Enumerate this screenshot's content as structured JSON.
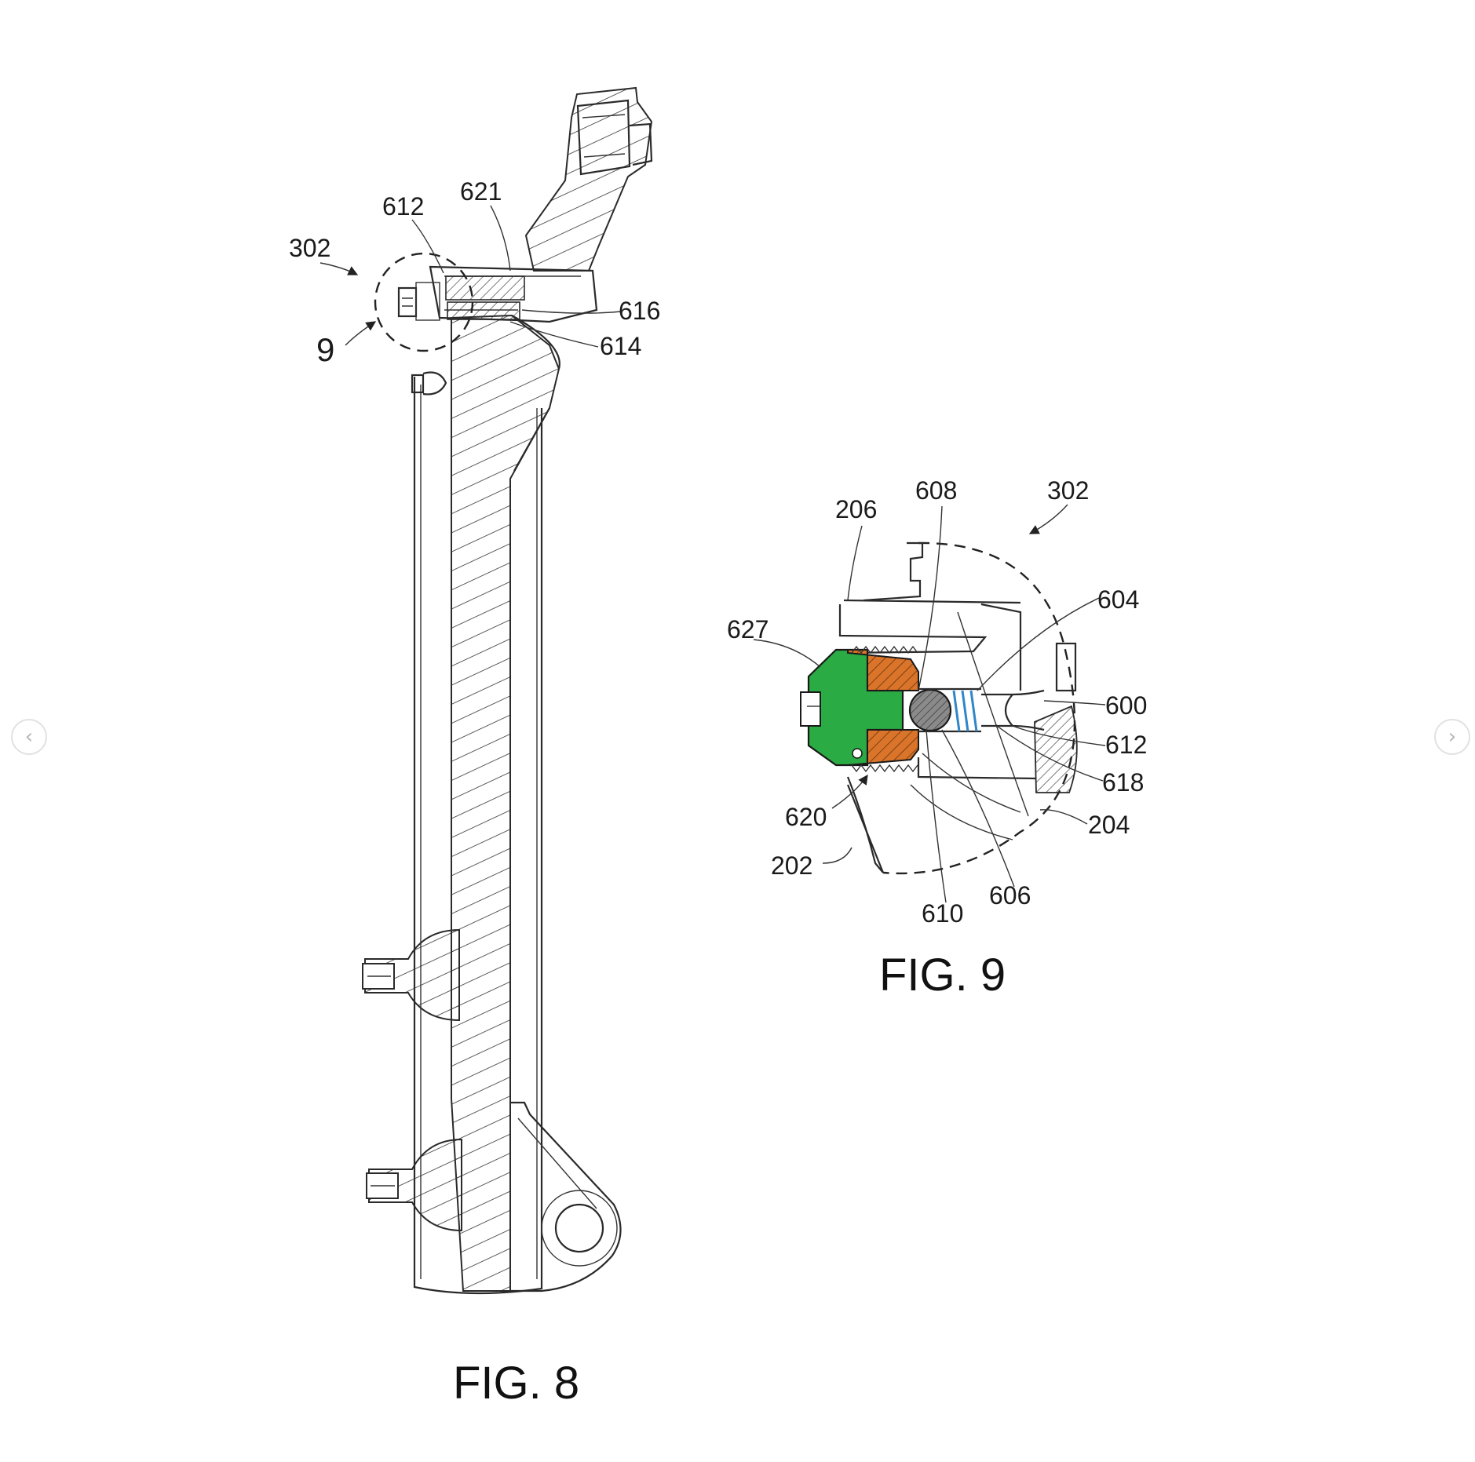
{
  "colors": {
    "background": "#ffffff",
    "line": "#2a2a2a",
    "cap_green": "#2bab44",
    "thread_orange": "#d9742a",
    "spring_blue": "#2f86c9",
    "nav_icon": "#b5b5b5"
  },
  "icons": {
    "prev": "chevron-left-icon",
    "next": "chevron-right-icon"
  },
  "nav": {
    "prev_glyph": "‹",
    "next_glyph": "›"
  },
  "fig8": {
    "caption": "FIG. 8",
    "labels": {
      "l302": "302",
      "l612": "612",
      "l621": "621",
      "l616": "616",
      "l614": "614",
      "l9": "9"
    }
  },
  "fig9": {
    "caption": "FIG. 9",
    "labels": {
      "l206": "206",
      "l608": "608",
      "l302": "302",
      "l604": "604",
      "l627": "627",
      "l600": "600",
      "l612": "612",
      "l618": "618",
      "l620": "620",
      "l204": "204",
      "l202": "202",
      "l610": "610",
      "l606": "606"
    }
  }
}
